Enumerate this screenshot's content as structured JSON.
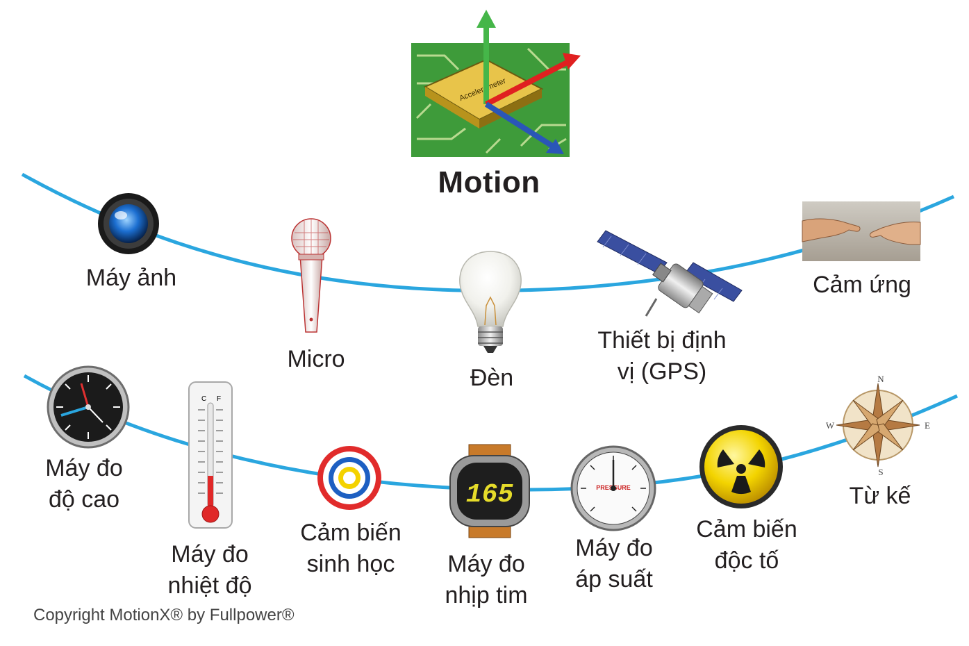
{
  "center": {
    "title": "Motion",
    "chip_text": "Accelerometer"
  },
  "top_row": [
    {
      "id": "camera",
      "label": "Máy ảnh",
      "icon": "camera-icon"
    },
    {
      "id": "micro",
      "label": "Micro",
      "icon": "microphone-icon"
    },
    {
      "id": "light",
      "label": "Đèn",
      "icon": "light-bulb-icon"
    },
    {
      "id": "gps",
      "label_lines": [
        "Thiết bị định",
        "vị (GPS)"
      ],
      "icon": "satellite-icon"
    },
    {
      "id": "touch",
      "label": "Cảm ứng",
      "icon": "touching-hands-icon"
    }
  ],
  "bottom_row": [
    {
      "id": "altimeter",
      "label_lines": [
        "Máy đo",
        "độ cao"
      ],
      "icon": "altimeter-dial-icon"
    },
    {
      "id": "thermometer",
      "label_lines": [
        "Máy đo",
        "nhiệt độ"
      ],
      "icon": "thermometer-icon",
      "scale_units": [
        "C",
        "F"
      ]
    },
    {
      "id": "biosensor",
      "label_lines": [
        "Cảm biến",
        "sinh học"
      ],
      "icon": "target-rings-icon"
    },
    {
      "id": "heartrate",
      "label_lines": [
        "Máy đo",
        "nhịp tim"
      ],
      "icon": "heart-rate-watch-icon",
      "display_value": "165"
    },
    {
      "id": "pressure",
      "label_lines": [
        "Máy đo",
        "áp suất"
      ],
      "icon": "pressure-gauge-icon",
      "dial_text": "PRESSURE"
    },
    {
      "id": "toxin",
      "label_lines": [
        "Cảm biến",
        "độc tố"
      ],
      "icon": "radiation-hazard-icon"
    },
    {
      "id": "compass",
      "label": "Từ kế",
      "icon": "compass-rose-icon",
      "directions": [
        "N",
        "E",
        "S",
        "W"
      ]
    }
  ],
  "copyright": "Copyright MotionX® by Fullpower®",
  "colors": {
    "curve": "#2aa6df",
    "chip_board": "#3e9b3a",
    "text": "#231f20"
  }
}
